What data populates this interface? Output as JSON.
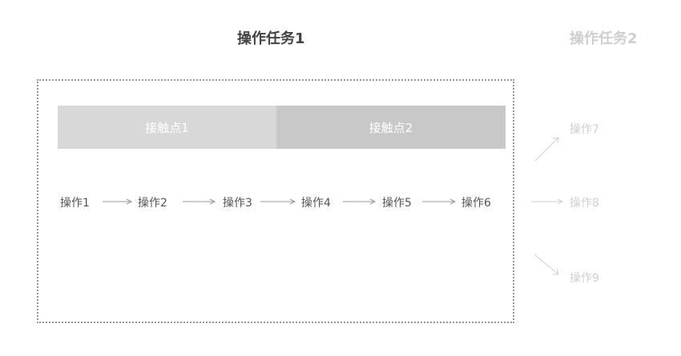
{
  "tasks": [
    {
      "label": "操作任务1",
      "state": "active"
    },
    {
      "label": "操作任务2",
      "state": "inactive"
    }
  ],
  "touchpoints": [
    {
      "label": "接触点1",
      "color": "#d8d8d8"
    },
    {
      "label": "接触点2",
      "color": "#c8c8c8"
    }
  ],
  "operations": [
    {
      "label": "操作1"
    },
    {
      "label": "操作2"
    },
    {
      "label": "操作3"
    },
    {
      "label": "操作4"
    },
    {
      "label": "操作5"
    },
    {
      "label": "操作6"
    }
  ],
  "next_operations": [
    {
      "label": "操作7",
      "direction": "up-right"
    },
    {
      "label": "操作8",
      "direction": "right"
    },
    {
      "label": "操作9",
      "direction": "down-right"
    }
  ],
  "colors": {
    "active_text": "#444444",
    "inactive_text": "#cfcfcf",
    "op_text": "#555555",
    "arrow": "#999999",
    "faint_arrow": "#d0d0d0",
    "box_border": "#9a9a9a"
  }
}
